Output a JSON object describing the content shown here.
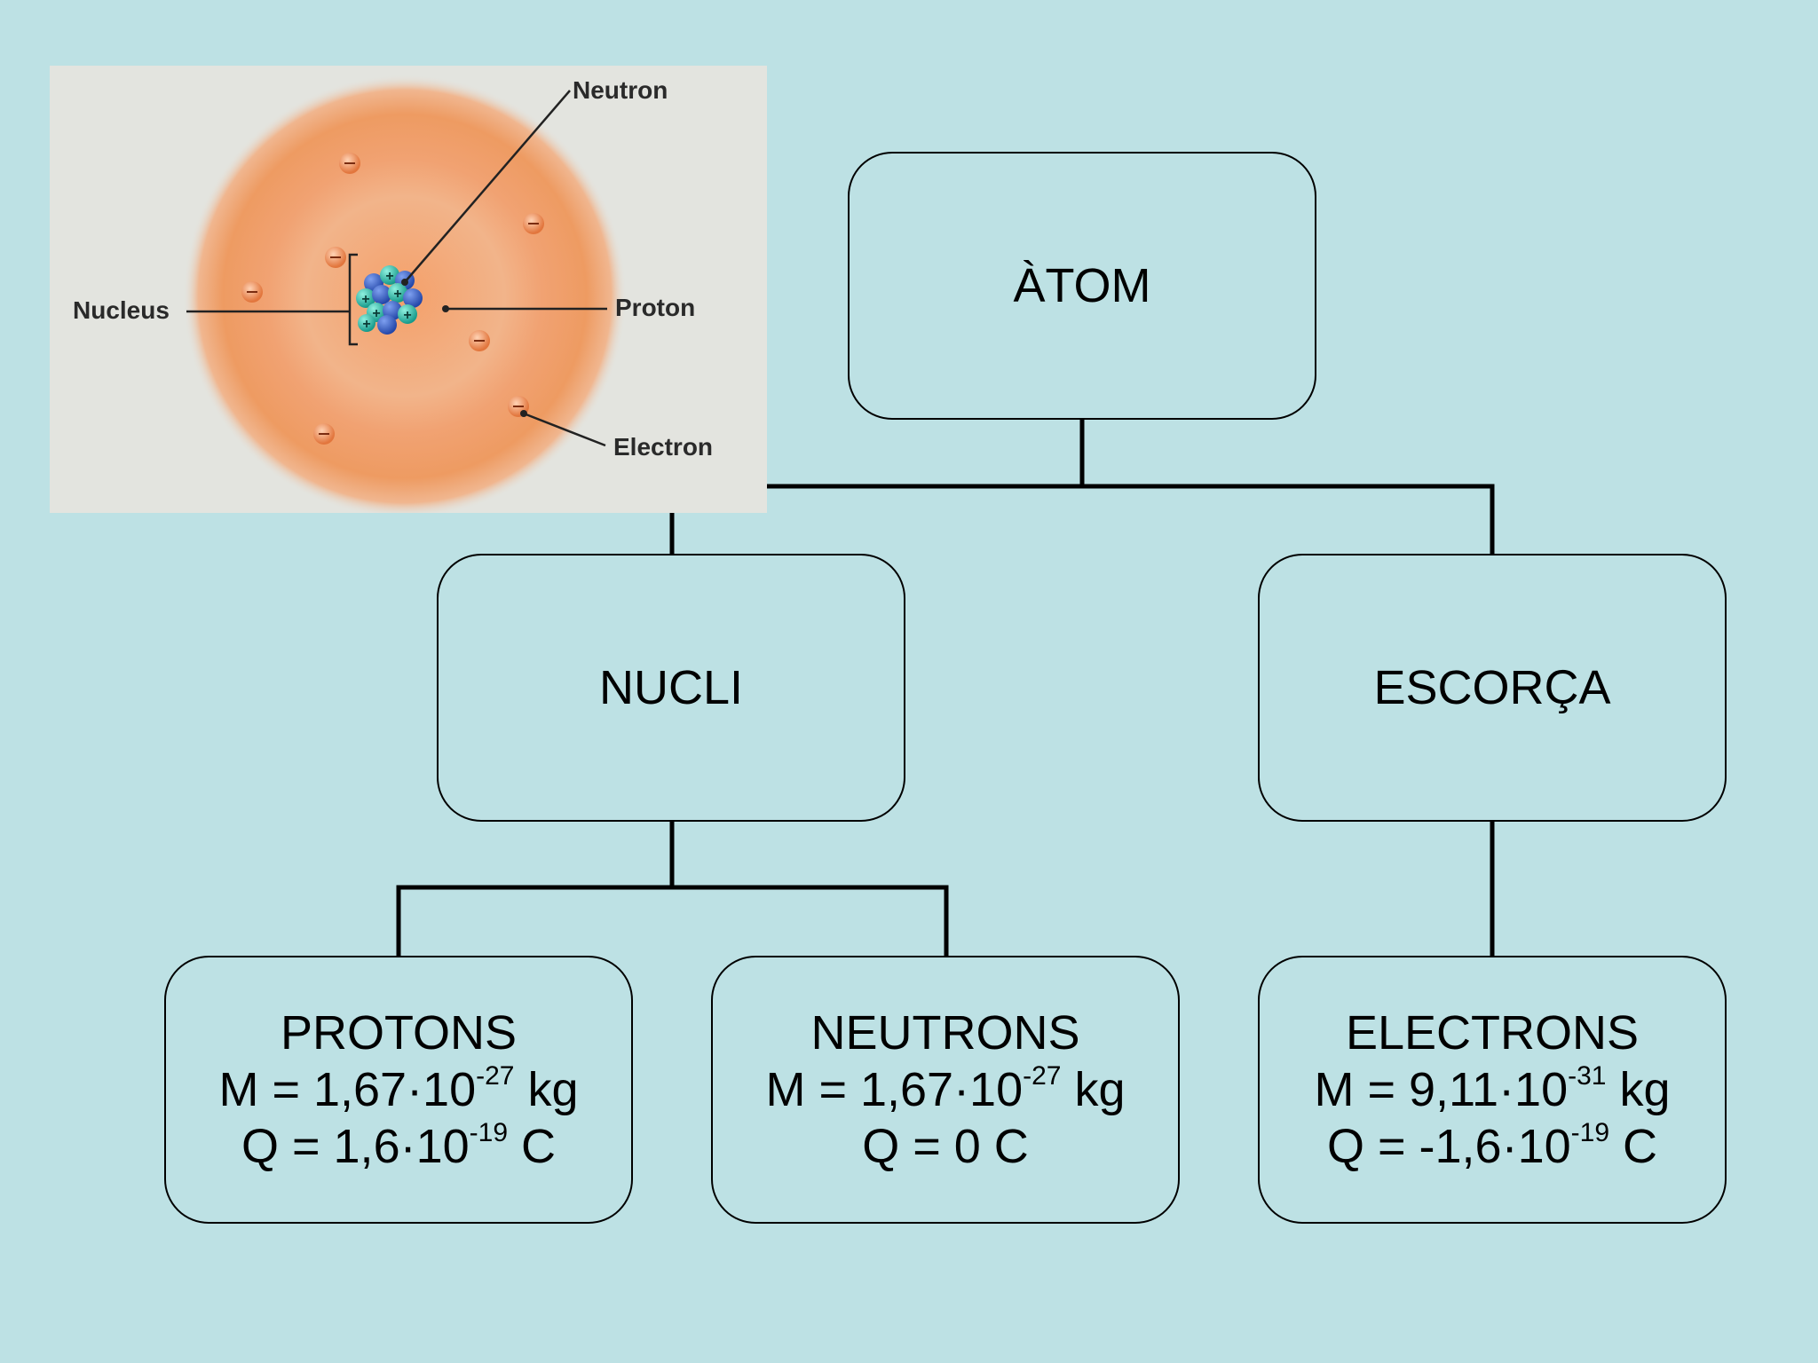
{
  "figure": {
    "labels": {
      "neutron": "Neutron",
      "nucleus": "Nucleus",
      "proton": "Proton",
      "electron": "Electron"
    },
    "glyphs": {
      "electron_sign": "−",
      "proton_sign": "+"
    },
    "colors": {
      "cloud": "#f19a5e",
      "proton": "#2cb7a7",
      "neutron": "#3a63c9",
      "electron": "#ea8752"
    }
  },
  "tree": {
    "root": {
      "title": "ÀTOM"
    },
    "nucli": {
      "title": "NUCLI"
    },
    "escorca": {
      "title": "ESCORÇA"
    },
    "protons": {
      "title": "PROTONS",
      "mass_prefix": "M = 1,67·10",
      "mass_exp": "-27",
      "mass_unit": " kg",
      "charge_prefix": "Q = 1,6·10",
      "charge_exp": "-19",
      "charge_unit": " C"
    },
    "neutrons": {
      "title": "NEUTRONS",
      "mass_prefix": "M = 1,67·10",
      "mass_exp": "-27",
      "mass_unit": " kg",
      "charge": "Q = 0 C"
    },
    "electrons": {
      "title": "ELECTRONS",
      "mass_prefix": "M = 9,11·10",
      "mass_exp": "-31",
      "mass_unit": " kg",
      "charge_prefix": "Q = -1,6·10",
      "charge_exp": "-19",
      "charge_unit": " C"
    }
  }
}
